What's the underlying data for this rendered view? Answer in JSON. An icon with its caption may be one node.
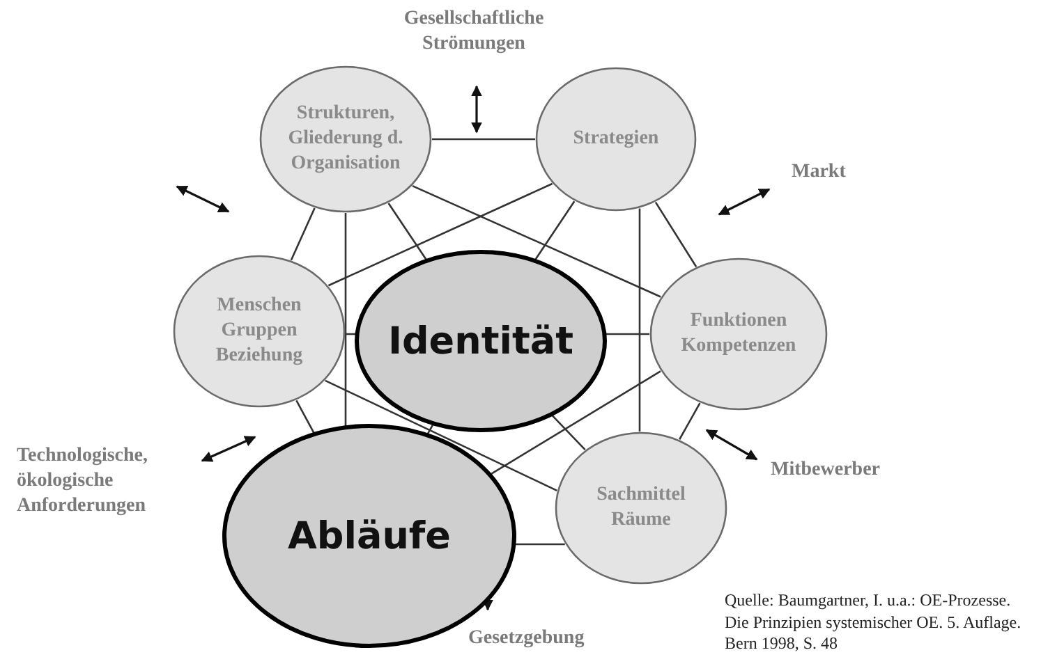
{
  "diagram": {
    "nodes": [
      {
        "text": [
          "Strukturen, Gliederung d. Organisation"
        ]
      },
      {
        "text": [
          "Strategien"
        ]
      },
      {
        "text": [
          "Menschen Gruppen Beziehung"
        ]
      },
      {
        "text": [
          "Identität"
        ]
      },
      {
        "text": [
          "Funktionen Kompetenzen"
        ]
      },
      {
        "text": [
          "Abläufe"
        ]
      },
      {
        "text": [
          "Sachmittel Räume"
        ]
      }
    ],
    "edges": [
      {
        "from": 0,
        "to": 1,
        "arrow": "none"
      },
      {
        "from": 0,
        "to": 2,
        "arrow": "none"
      },
      {
        "from": 0,
        "to": 3,
        "arrow": "none"
      },
      {
        "from": 0,
        "to": 4,
        "arrow": "none"
      },
      {
        "from": 0,
        "to": 5,
        "arrow": "none"
      },
      {
        "from": 1,
        "to": 2,
        "arrow": "none"
      },
      {
        "from": 1,
        "to": 3,
        "arrow": "none"
      },
      {
        "from": 1,
        "to": 4,
        "arrow": "none"
      },
      {
        "from": 1,
        "to": 6,
        "arrow": "none"
      },
      {
        "from": 2,
        "to": 3,
        "arrow": "none"
      },
      {
        "from": 2,
        "to": 5,
        "arrow": "none"
      },
      {
        "from": 2,
        "to": 6,
        "arrow": "none"
      },
      {
        "from": 3,
        "to": 4,
        "arrow": "none"
      },
      {
        "from": 3,
        "to": 5,
        "arrow": "none"
      },
      {
        "from": 3,
        "to": 6,
        "arrow": "none"
      },
      {
        "from": 4,
        "to": 5,
        "arrow": "none"
      },
      {
        "from": 4,
        "to": 6,
        "arrow": "none"
      },
      {
        "from": 5,
        "to": 6,
        "arrow": "none"
      }
    ],
    "labels": [
      "Gesellschaftliche Strömungen",
      "Markt",
      "Technologische, ökologische Anforderungen",
      "Mitbewerber",
      "Gesetzgebung",
      "Quelle: Baumgartner, I. u.a.: OE-Prozesse. Die Prinzipien systemischer OE. 5. Auflage. Bern 1998, S. 48"
    ]
  }
}
